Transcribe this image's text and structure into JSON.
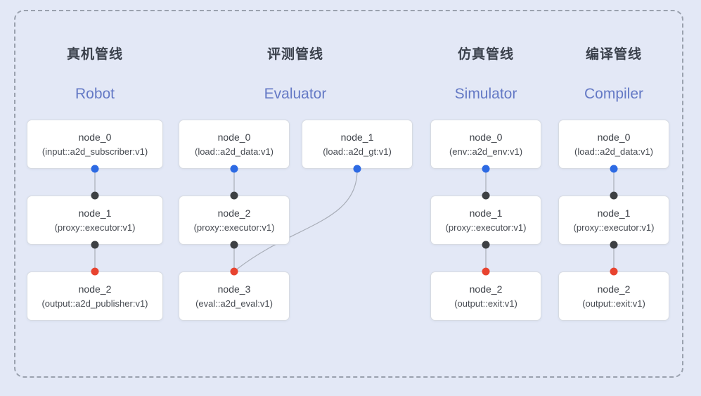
{
  "pipelines": [
    {
      "zh_title": "真机管线",
      "en_title": "Robot",
      "nodes": [
        {
          "title": "node_0",
          "subtitle": "(input::a2d_subscriber:v1)"
        },
        {
          "title": "node_1",
          "subtitle": "(proxy::executor:v1)"
        },
        {
          "title": "node_2",
          "subtitle": "(output::a2d_publisher:v1)"
        }
      ]
    },
    {
      "zh_title": "评测管线",
      "en_title": "Evaluator",
      "nodes": [
        {
          "title": "node_0",
          "subtitle": "(load::a2d_data:v1)"
        },
        {
          "title": "node_1",
          "subtitle": "(load::a2d_gt:v1)"
        },
        {
          "title": "node_2",
          "subtitle": "(proxy::executor:v1)"
        },
        {
          "title": "node_3",
          "subtitle": "(eval::a2d_eval:v1)"
        }
      ]
    },
    {
      "zh_title": "仿真管线",
      "en_title": "Simulator",
      "nodes": [
        {
          "title": "node_0",
          "subtitle": "(env::a2d_env:v1)"
        },
        {
          "title": "node_1",
          "subtitle": "(proxy::executor:v1)"
        },
        {
          "title": "node_2",
          "subtitle": "(output::exit:v1)"
        }
      ]
    },
    {
      "zh_title": "编译管线",
      "en_title": "Compiler",
      "nodes": [
        {
          "title": "node_0",
          "subtitle": "(load::a2d_data:v1)"
        },
        {
          "title": "node_1",
          "subtitle": "(proxy::executor:v1)"
        },
        {
          "title": "node_2",
          "subtitle": "(output::exit:v1)"
        }
      ]
    }
  ],
  "edges": [
    {
      "from": "Robot/node_0",
      "to": "Robot/node_1"
    },
    {
      "from": "Robot/node_1",
      "to": "Robot/node_2"
    },
    {
      "from": "Evaluator/node_0",
      "to": "Evaluator/node_2"
    },
    {
      "from": "Evaluator/node_1",
      "to": "Evaluator/node_3"
    },
    {
      "from": "Evaluator/node_2",
      "to": "Evaluator/node_3"
    },
    {
      "from": "Simulator/node_0",
      "to": "Simulator/node_1"
    },
    {
      "from": "Simulator/node_1",
      "to": "Simulator/node_2"
    },
    {
      "from": "Compiler/node_0",
      "to": "Compiler/node_1"
    },
    {
      "from": "Compiler/node_1",
      "to": "Compiler/node_2"
    }
  ],
  "colors": {
    "background": "#e3e8f6",
    "frame_border": "#9aa1ae",
    "zh_title": "#3b414c",
    "en_title": "#6479c5",
    "node_background": "#ffffff",
    "node_border": "#d7dbe2",
    "source_port": "#2d6ae3",
    "mid_port": "#3d4043",
    "sink_port": "#e8432f",
    "edge": "#a9aeb8"
  }
}
